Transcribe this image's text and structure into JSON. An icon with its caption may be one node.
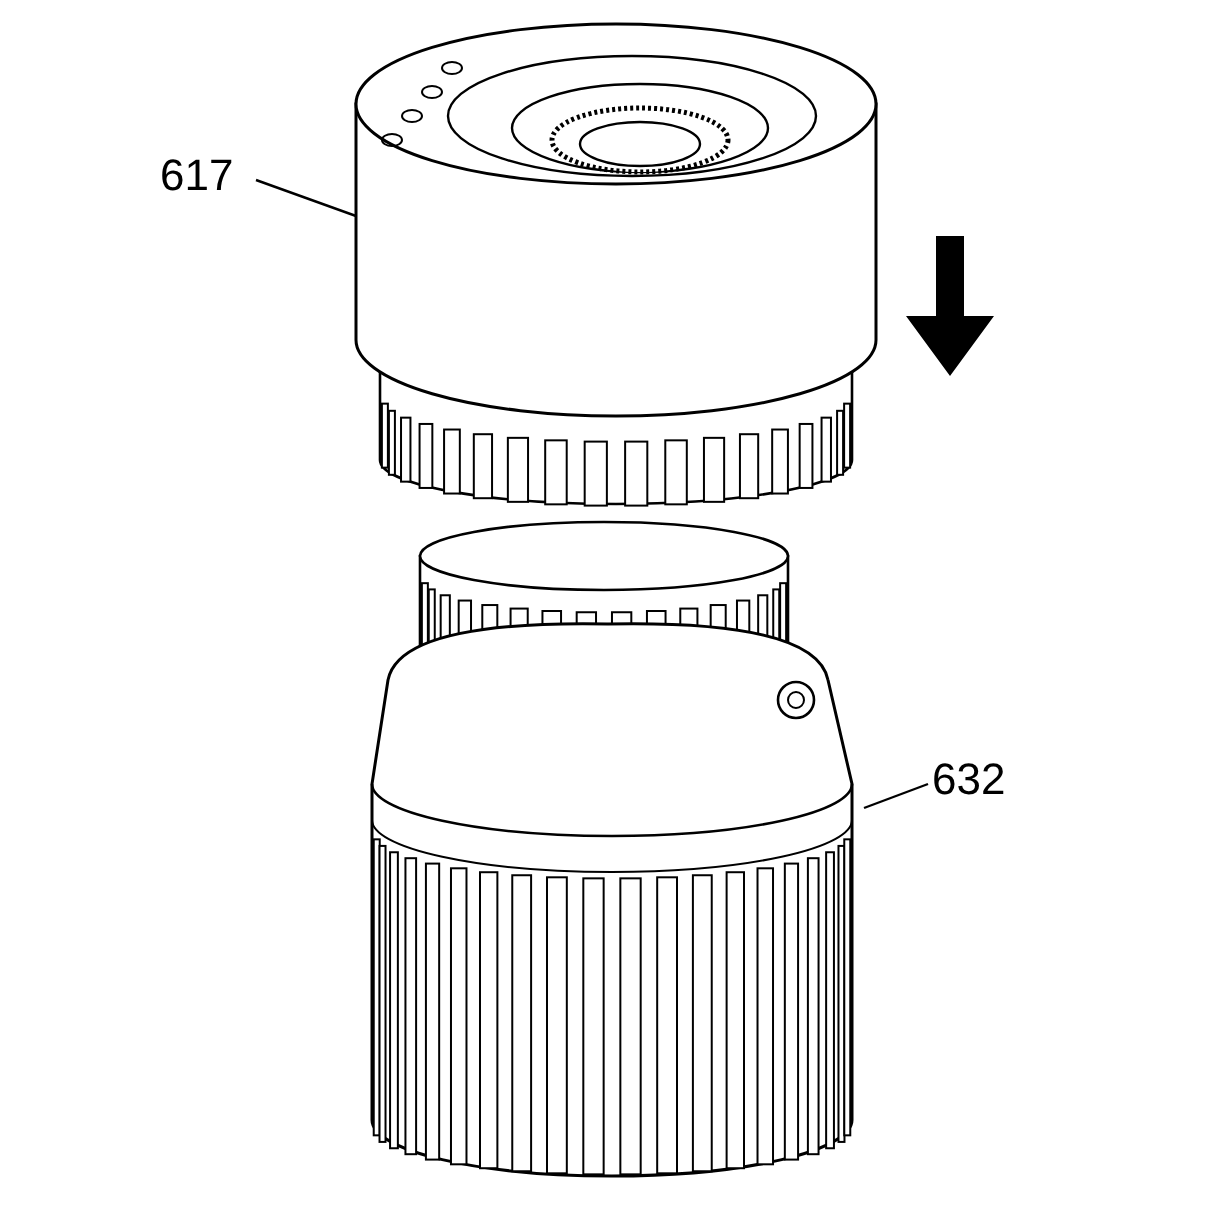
{
  "diagram": {
    "nodes": [
      {
        "text": [
          "617"
        ]
      },
      {
        "text": [],
        "shape": "picture"
      },
      {
        "text": [
          "632"
        ]
      },
      {
        "text": [],
        "shape": "picture"
      }
    ],
    "edges": [
      {
        "from": 0,
        "to": 1,
        "arrow": "none"
      },
      {
        "from": 2,
        "to": 3,
        "arrow": "none"
      }
    ]
  }
}
